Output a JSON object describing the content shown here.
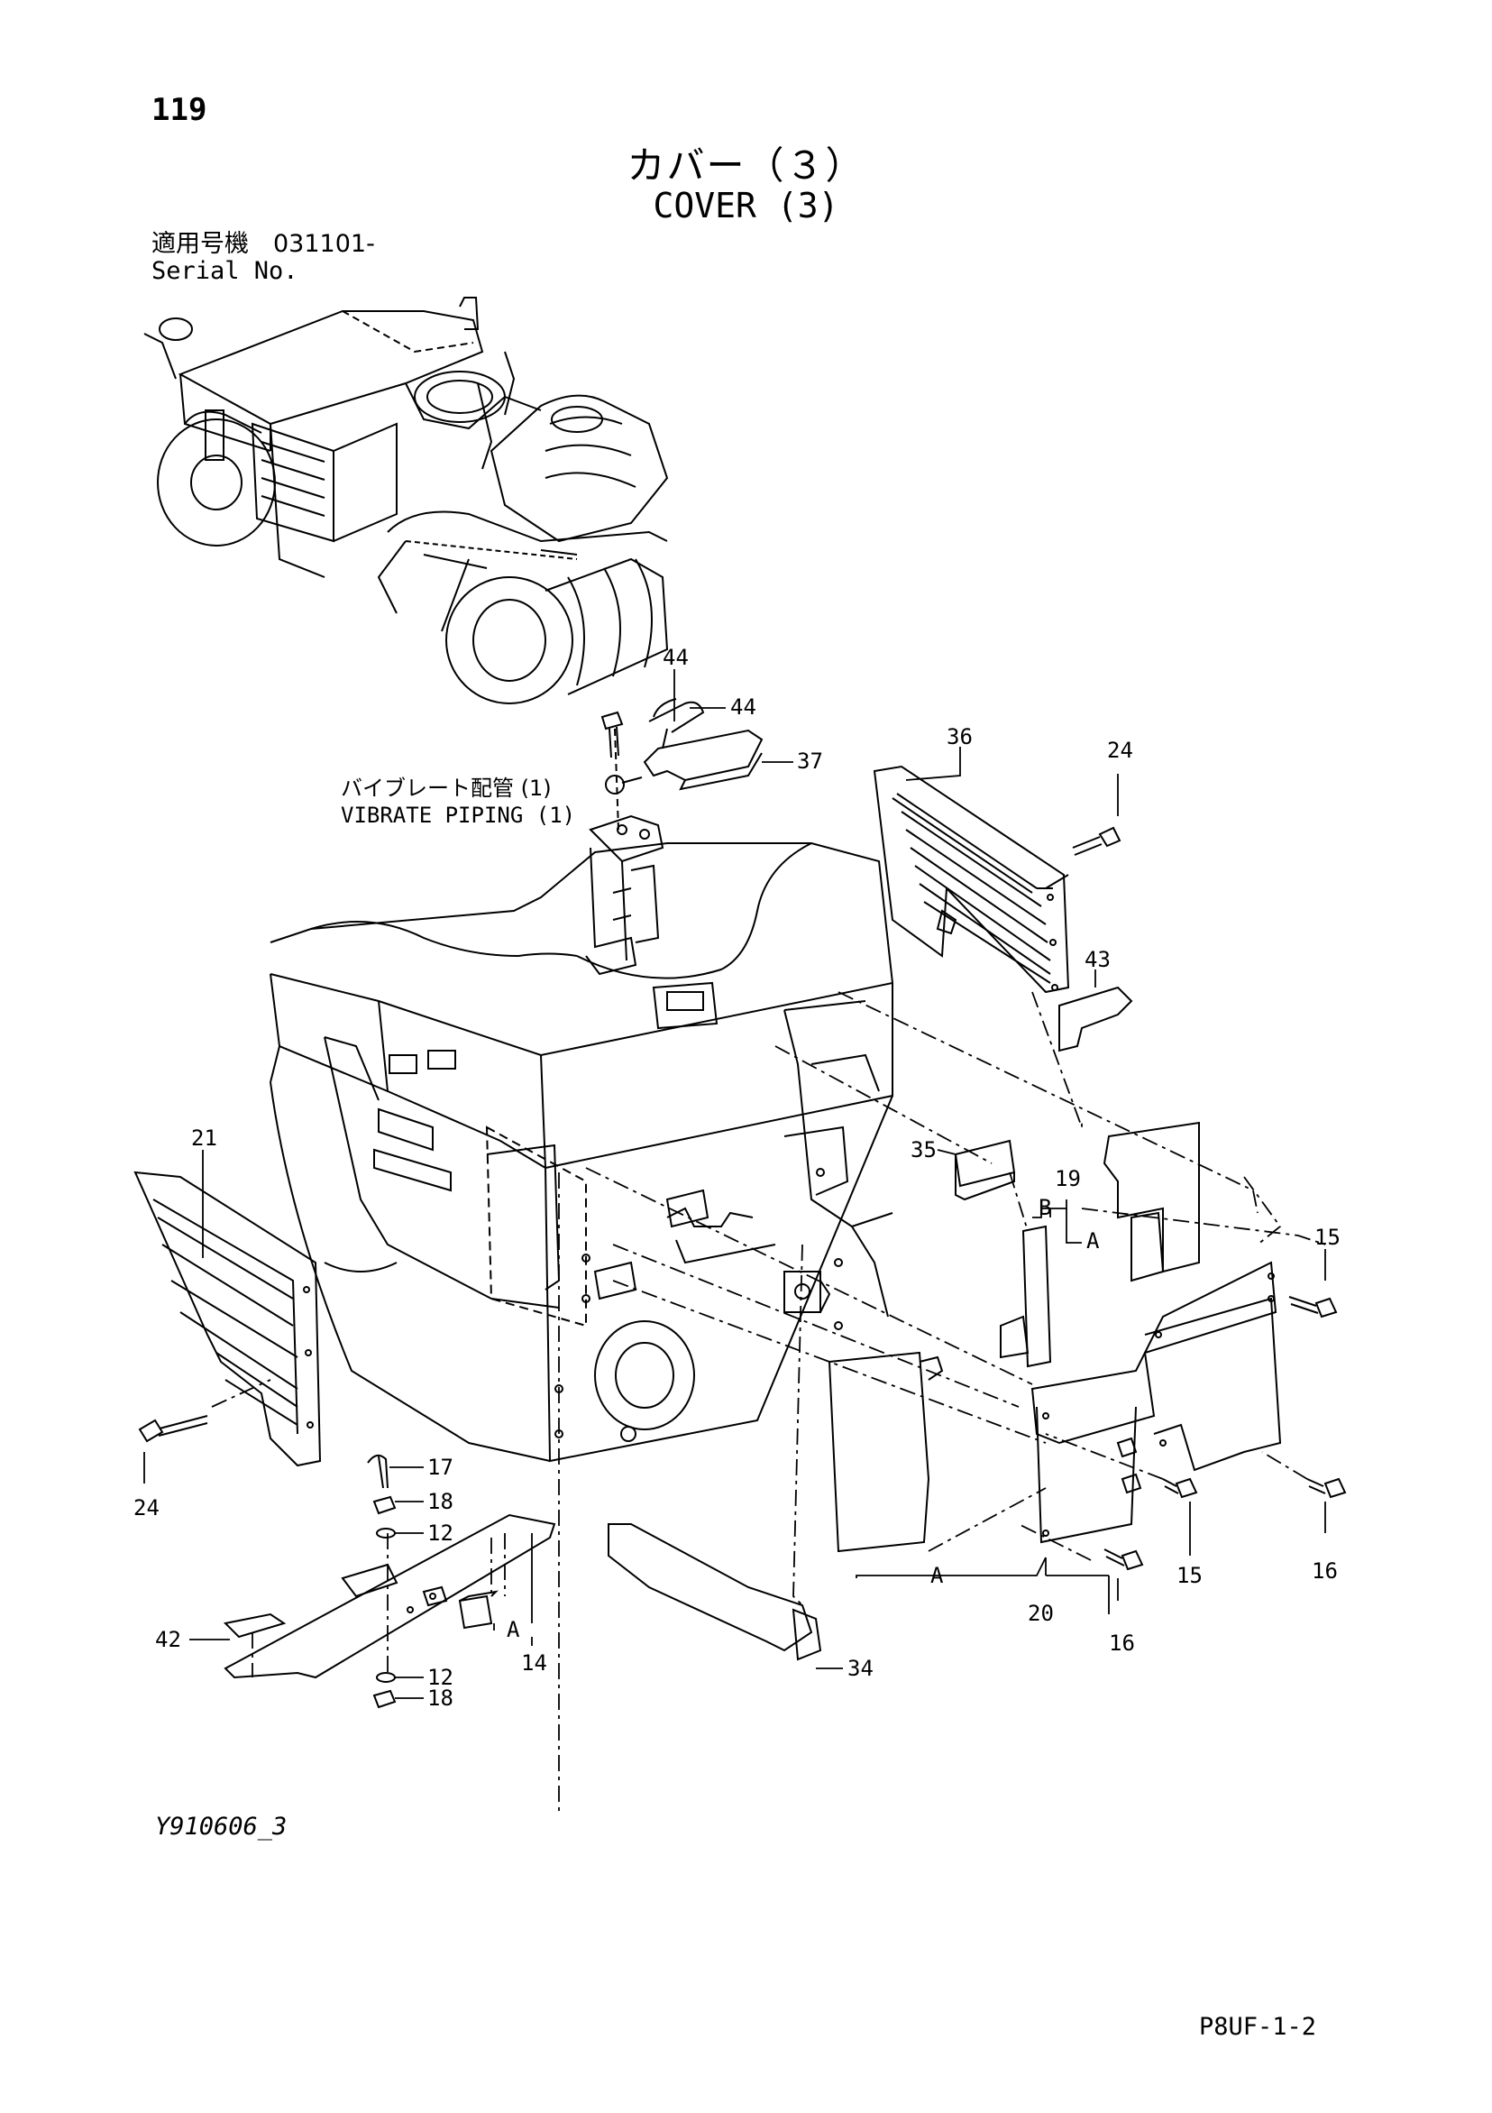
{
  "page_number": "119",
  "title_jp": "カバー（３）",
  "title_en": "COVER (3)",
  "serial_jp": "適用号機　031101-",
  "serial_en": "Serial No.",
  "drawing_code": "Y910606_3",
  "sheet_ref": "P8UF-1-2",
  "callouts": {
    "c44a": "44",
    "c44b": "44",
    "c37": "37",
    "c36": "36",
    "c24a": "24",
    "c43": "43",
    "c21": "21",
    "c35": "35",
    "c19": "19",
    "cB": "B",
    "cA1": "A",
    "c15a": "15",
    "c24b": "24",
    "c17": "17",
    "c18a": "18",
    "c12a": "12",
    "c42": "42",
    "cA2": "A",
    "c14": "14",
    "c12b": "12",
    "c18b": "18",
    "c34": "34",
    "cA3": "A",
    "c20": "20",
    "c16a": "16",
    "c15b": "15",
    "c16b": "16"
  },
  "note_jp": "バイブレート配管 (1)",
  "note_en": "VIBRATE PIPING (1)"
}
